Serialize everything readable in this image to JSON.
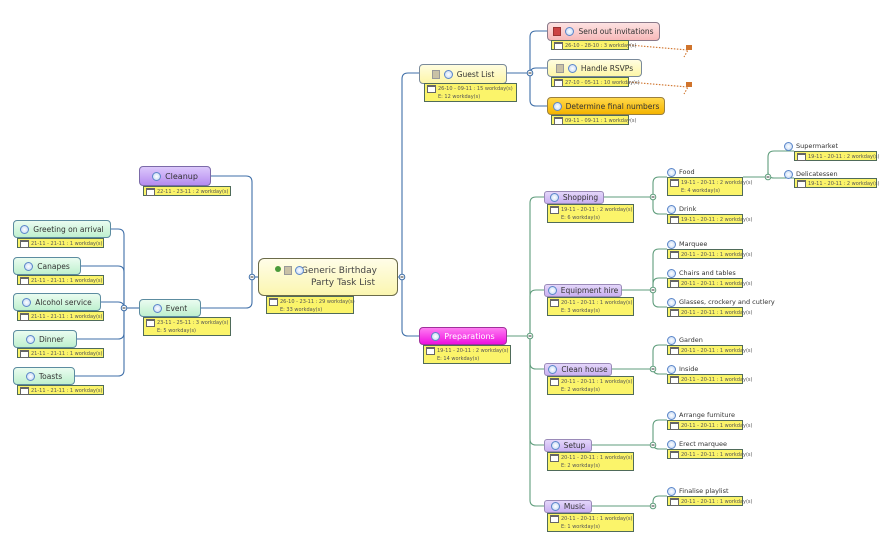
{
  "central": {
    "title_line1": "Generic Birthday",
    "title_line2": "Party Task List",
    "dates": "26-10 - 23-11 : 29 workday(s)",
    "effort": "E: 33 workday(s)"
  },
  "nodes": [
    {
      "label": "Guest List",
      "dates": "26-10 - 09-11 : 15 workday(s)",
      "effort": "E: 12 workday(s)"
    },
    {
      "label": "Send out invitations",
      "dates": "26-10 - 28-10 : 3 workday(s)"
    },
    {
      "label": "Handle RSVPs",
      "dates": "27-10 - 05-11 : 10 workday(s)"
    },
    {
      "label": "Determine final numbers",
      "dates": "09-11 - 09-11 : 1 workday(s)"
    },
    {
      "label": "Cleanup",
      "dates": "22-11 - 23-11 : 2 workday(s)"
    },
    {
      "label": "Event",
      "dates": "23-11 - 25-11 : 3 workday(s)",
      "effort": "E: 5 workday(s)"
    },
    {
      "label": "Greeting on arrival",
      "dates": "21-11 - 21-11 : 1 workday(s)"
    },
    {
      "label": "Canapes",
      "dates": "21-11 - 21-11 : 1 workday(s)"
    },
    {
      "label": "Alcohol service",
      "dates": "21-11 - 21-11 : 1 workday(s)"
    },
    {
      "label": "Dinner",
      "dates": "21-11 - 21-11 : 1 workday(s)"
    },
    {
      "label": "Toasts",
      "dates": "21-11 - 21-11 : 1 workday(s)"
    },
    {
      "label": "Preparations",
      "dates": "19-11 - 20-11 : 2 workday(s)",
      "effort": "E: 14 workday(s)"
    },
    {
      "label": "Shopping",
      "dates": "19-11 - 20-11 : 2 workday(s)",
      "effort": "E: 6 workday(s)"
    },
    {
      "label": "Equipment hire",
      "dates": "20-11 - 20-11 : 1 workday(s)",
      "effort": "E: 3 workday(s)"
    },
    {
      "label": "Clean house",
      "dates": "20-11 - 20-11 : 1 workday(s)",
      "effort": "E: 2 workday(s)"
    },
    {
      "label": "Setup",
      "dates": "20-11 - 20-11 : 1 workday(s)",
      "effort": "E: 2 workday(s)"
    },
    {
      "label": "Music",
      "dates": "20-11 - 20-11 : 1 workday(s)",
      "effort": "E: 1 workday(s)"
    },
    {
      "label": "Food",
      "dates": "19-11 - 20-11 : 2 workday(s)",
      "effort": "E: 4 workday(s)"
    },
    {
      "label": "Drink",
      "dates": "19-11 - 20-11 : 2 workday(s)"
    },
    {
      "label": "Marquee",
      "dates": "20-11 - 20-11 : 1 workday(s)"
    },
    {
      "label": "Chairs and tables",
      "dates": "20-11 - 20-11 : 1 workday(s)"
    },
    {
      "label": "Glasses, crockery and cutlery",
      "dates": "20-11 - 20-11 : 1 workday(s)"
    },
    {
      "label": "Garden",
      "dates": "20-11 - 20-11 : 1 workday(s)"
    },
    {
      "label": "Inside",
      "dates": "20-11 - 20-11 : 1 workday(s)"
    },
    {
      "label": "Arrange furniture",
      "dates": "20-11 - 20-11 : 1 workday(s)"
    },
    {
      "label": "Erect marquee",
      "dates": "20-11 - 20-11 : 1 workday(s)"
    },
    {
      "label": "Finalise playlist",
      "dates": "20-11 - 20-11 : 1 workday(s)"
    },
    {
      "label": "Supermarket",
      "dates": "19-11 - 20-11 : 2 workday(s)"
    },
    {
      "label": "Delicatessen",
      "dates": "19-11 - 20-11 : 2 workday(s)"
    }
  ],
  "colors": {
    "wire_blue": "#3f6fa8",
    "wire_green": "#5f9d7c",
    "relation": "#d0742c"
  }
}
